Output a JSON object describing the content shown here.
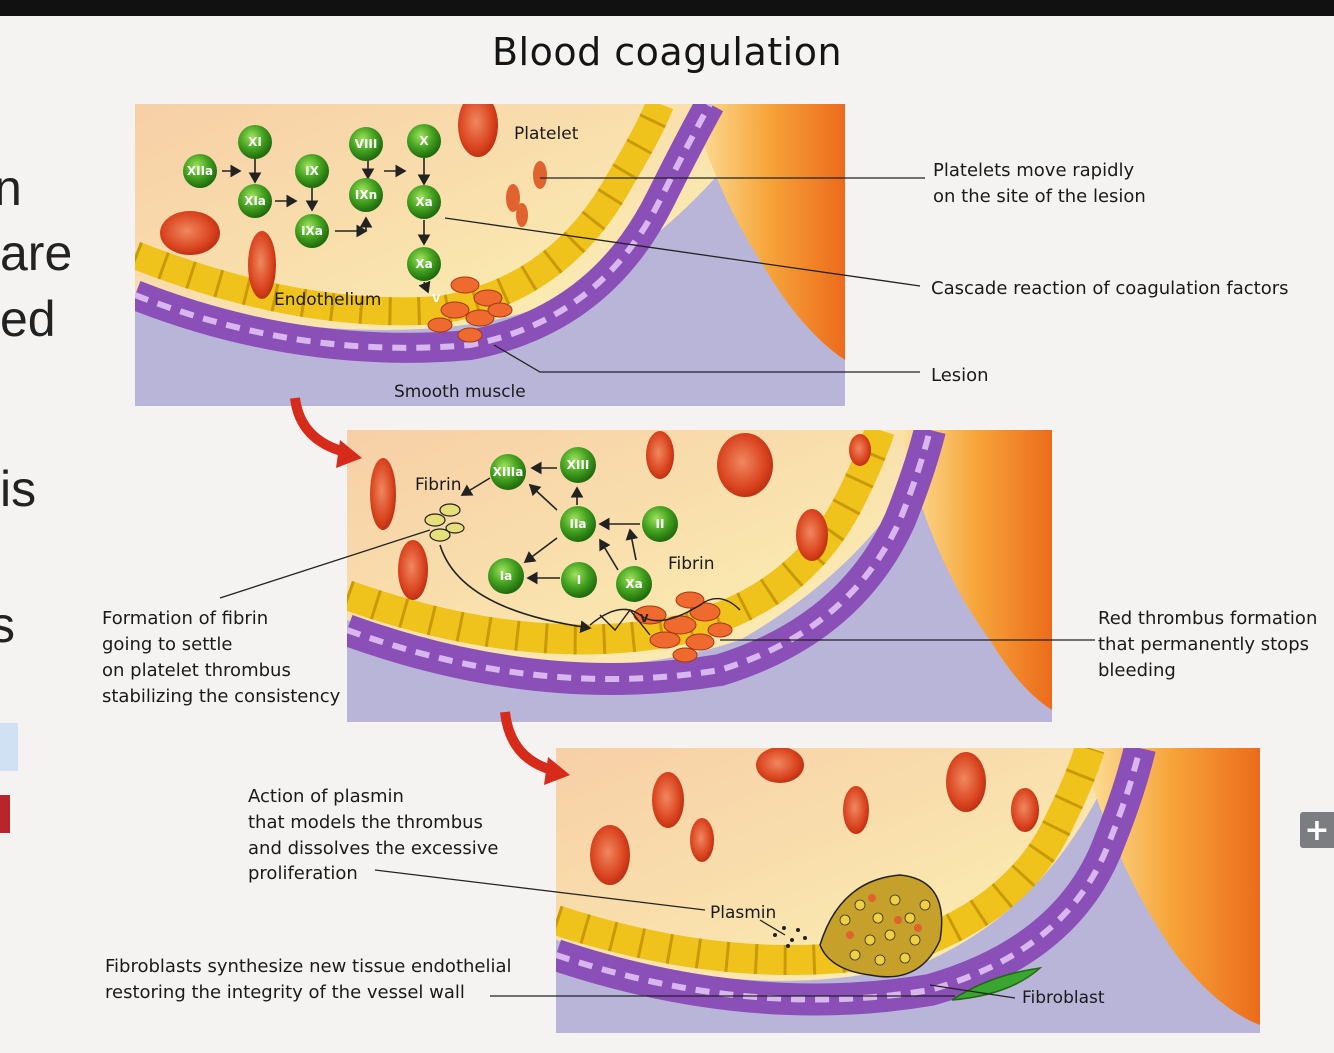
{
  "slide_fragments": [
    "n",
    "are",
    "ed",
    "is",
    "s"
  ],
  "title": "Blood coagulation",
  "panel1": {
    "factors": [
      "XI",
      "XIIa",
      "XIa",
      "IX",
      "IXa",
      "VIII",
      "IXn",
      "X",
      "Xa",
      "Xa",
      "V"
    ],
    "labels": {
      "platelet": "Platelet",
      "endothelium": "Endothelium",
      "smooth_muscle": "Smooth muscle"
    }
  },
  "panel2": {
    "factors": [
      "XIIIa",
      "XIII",
      "IIa",
      "II",
      "Ia",
      "I",
      "Xa",
      "V"
    ],
    "labels": {
      "fibrin_left": "Fibrin",
      "fibrin_right": "Fibrin"
    }
  },
  "panel3": {
    "labels": {
      "plasmin": "Plasmin",
      "fibroblast": "Fibroblast"
    }
  },
  "annotations": {
    "platelets_move": [
      "Platelets move rapidly",
      "on the site of the lesion"
    ],
    "cascade": "Cascade reaction of coagulation factors",
    "lesion": "Lesion",
    "formation_fibrin": [
      "Formation of fibrin",
      "going to settle",
      "on platelet thrombus",
      "stabilizing the consistency"
    ],
    "red_thrombus": [
      "Red thrombus formation",
      "that permanently stops",
      "bleeding"
    ],
    "plasmin_action": [
      "Action of plasmin",
      "that models the thrombus",
      "and dissolves the excessive",
      "proliferation"
    ],
    "fibroblasts": [
      "Fibroblasts synthesize new tissue endothelial",
      "restoring the integrity of the vessel wall"
    ]
  },
  "controls": {
    "expand_icon": "+"
  },
  "colors": {
    "factor_green": "#3f9a1f",
    "rbc_red": "#d9431e",
    "vessel_purple": "#8b4fb8",
    "endothelium_yellow": "#f0c21c",
    "background_cream": "#f8e7a9",
    "arrow_red": "#d62a1a"
  }
}
